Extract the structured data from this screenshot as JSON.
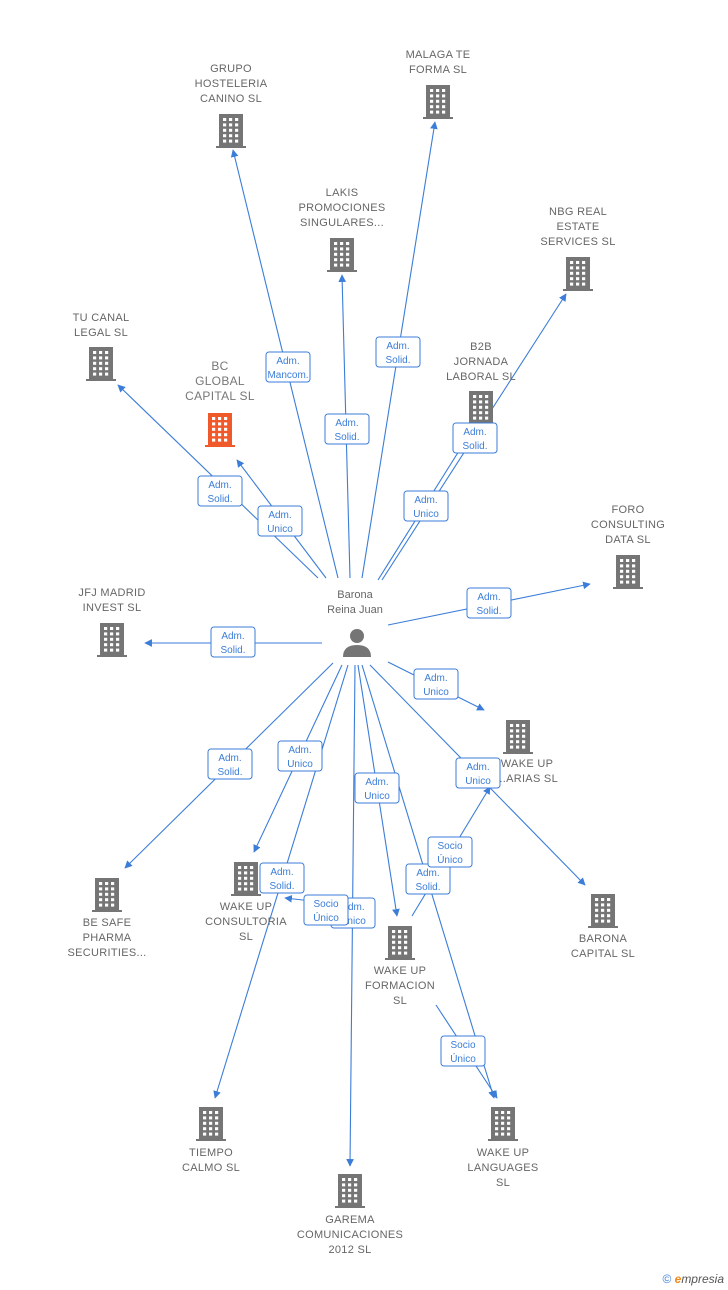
{
  "person": {
    "name_line1": "Barona",
    "name_line2": "Reina Juan"
  },
  "colors": {
    "edge": "#3b7dd8",
    "building": "#757575",
    "highlight": "#f05a2a"
  },
  "nodes": [
    {
      "id": "grupo",
      "lines": [
        "GRUPO",
        "HOSTELERIA",
        "CANINO  SL"
      ],
      "highlight": false
    },
    {
      "id": "malaga",
      "lines": [
        "MALAGA TE",
        "FORMA  SL"
      ],
      "highlight": false
    },
    {
      "id": "lakis",
      "lines": [
        "LAKIS",
        "PROMOCIONES",
        "SINGULARES..."
      ],
      "highlight": false
    },
    {
      "id": "nbg",
      "lines": [
        "NBG REAL",
        "ESTATE",
        "SERVICES  SL"
      ],
      "highlight": false
    },
    {
      "id": "tucanal",
      "lines": [
        "TU CANAL",
        "LEGAL  SL"
      ],
      "highlight": false
    },
    {
      "id": "bc",
      "lines": [
        "BC",
        "GLOBAL",
        "CAPITAL  SL"
      ],
      "highlight": true
    },
    {
      "id": "b2b",
      "lines": [
        "B2B",
        "JORNADA",
        "LABORAL  SL"
      ],
      "highlight": false
    },
    {
      "id": "foro",
      "lines": [
        "FORO",
        "CONSULTING",
        "DATA  SL"
      ],
      "highlight": false
    },
    {
      "id": "jfj",
      "lines": [
        "JFJ MADRID",
        "INVEST  SL"
      ],
      "highlight": false
    },
    {
      "id": "wakeuparias",
      "lines": [
        "WAKE UP",
        "...ARIAS  SL"
      ],
      "highlight": false
    },
    {
      "id": "besafe",
      "lines": [
        "BE SAFE",
        "PHARMA",
        "SECURITIES..."
      ],
      "highlight": false
    },
    {
      "id": "wakeupcons",
      "lines": [
        "WAKE UP",
        "CONSULTORIA",
        "SL"
      ],
      "highlight": false
    },
    {
      "id": "wakeupform",
      "lines": [
        "WAKE UP",
        "FORMACION",
        "SL"
      ],
      "highlight": false
    },
    {
      "id": "baronacap",
      "lines": [
        "BARONA",
        "CAPITAL  SL"
      ],
      "highlight": false
    },
    {
      "id": "tiempo",
      "lines": [
        "TIEMPO",
        "CALMO  SL"
      ],
      "highlight": false
    },
    {
      "id": "wakeuplang",
      "lines": [
        "WAKE UP",
        "LANGUAGES",
        "SL"
      ],
      "highlight": false
    },
    {
      "id": "garema",
      "lines": [
        "GAREMA",
        "COMUNICACIONES",
        "2012 SL"
      ],
      "highlight": false
    }
  ],
  "edges": [
    {
      "to": "grupo",
      "label": [
        "Adm.",
        "Mancom."
      ]
    },
    {
      "to": "malaga",
      "label": [
        "Adm.",
        "Solid."
      ]
    },
    {
      "to": "lakis",
      "label": [
        "Adm.",
        "Solid."
      ]
    },
    {
      "to": "nbg",
      "label": [
        "Adm.",
        "Solid."
      ]
    },
    {
      "to": "tucanal",
      "label": [
        "Adm.",
        "Solid."
      ]
    },
    {
      "to": "bc",
      "label": [
        "Adm.",
        "Unico"
      ]
    },
    {
      "to": "b2b",
      "label": [
        "Adm.",
        "Unico"
      ]
    },
    {
      "to": "foro",
      "label": [
        "Adm.",
        "Solid."
      ]
    },
    {
      "to": "jfj",
      "label": [
        "Adm.",
        "Solid."
      ]
    },
    {
      "to": "wakeuparias",
      "label": [
        "Adm.",
        "Unico"
      ]
    },
    {
      "to": "besafe",
      "label": [
        "Adm.",
        "Solid."
      ]
    },
    {
      "to": "wakeupcons",
      "label": [
        "Adm.",
        "Unico"
      ]
    },
    {
      "to": "wakeupform",
      "label": [
        "Adm.",
        "Unico"
      ]
    },
    {
      "to": "baronacap",
      "label": [
        "Adm.",
        "Unico"
      ]
    },
    {
      "to": "tiempo",
      "label": [
        "Adm.",
        "Solid."
      ]
    },
    {
      "to": "wakeuplang",
      "label": [
        "Adm.",
        "Solid."
      ]
    },
    {
      "to": "garema",
      "label": [
        "Adm.",
        "Unico"
      ]
    },
    {
      "to": "wakeupcons",
      "from": "wakeupform",
      "label": [
        "Socio",
        "Único"
      ]
    },
    {
      "to": "wakeuparias",
      "from": "wakeupform",
      "label": [
        "Socio",
        "Único"
      ]
    },
    {
      "to": "wakeuplang",
      "from": "wakeupform",
      "label": [
        "Socio",
        "Único"
      ]
    }
  ],
  "footer": {
    "copyright": "©",
    "brand_e": "e",
    "brand_rest": "mpresia"
  }
}
